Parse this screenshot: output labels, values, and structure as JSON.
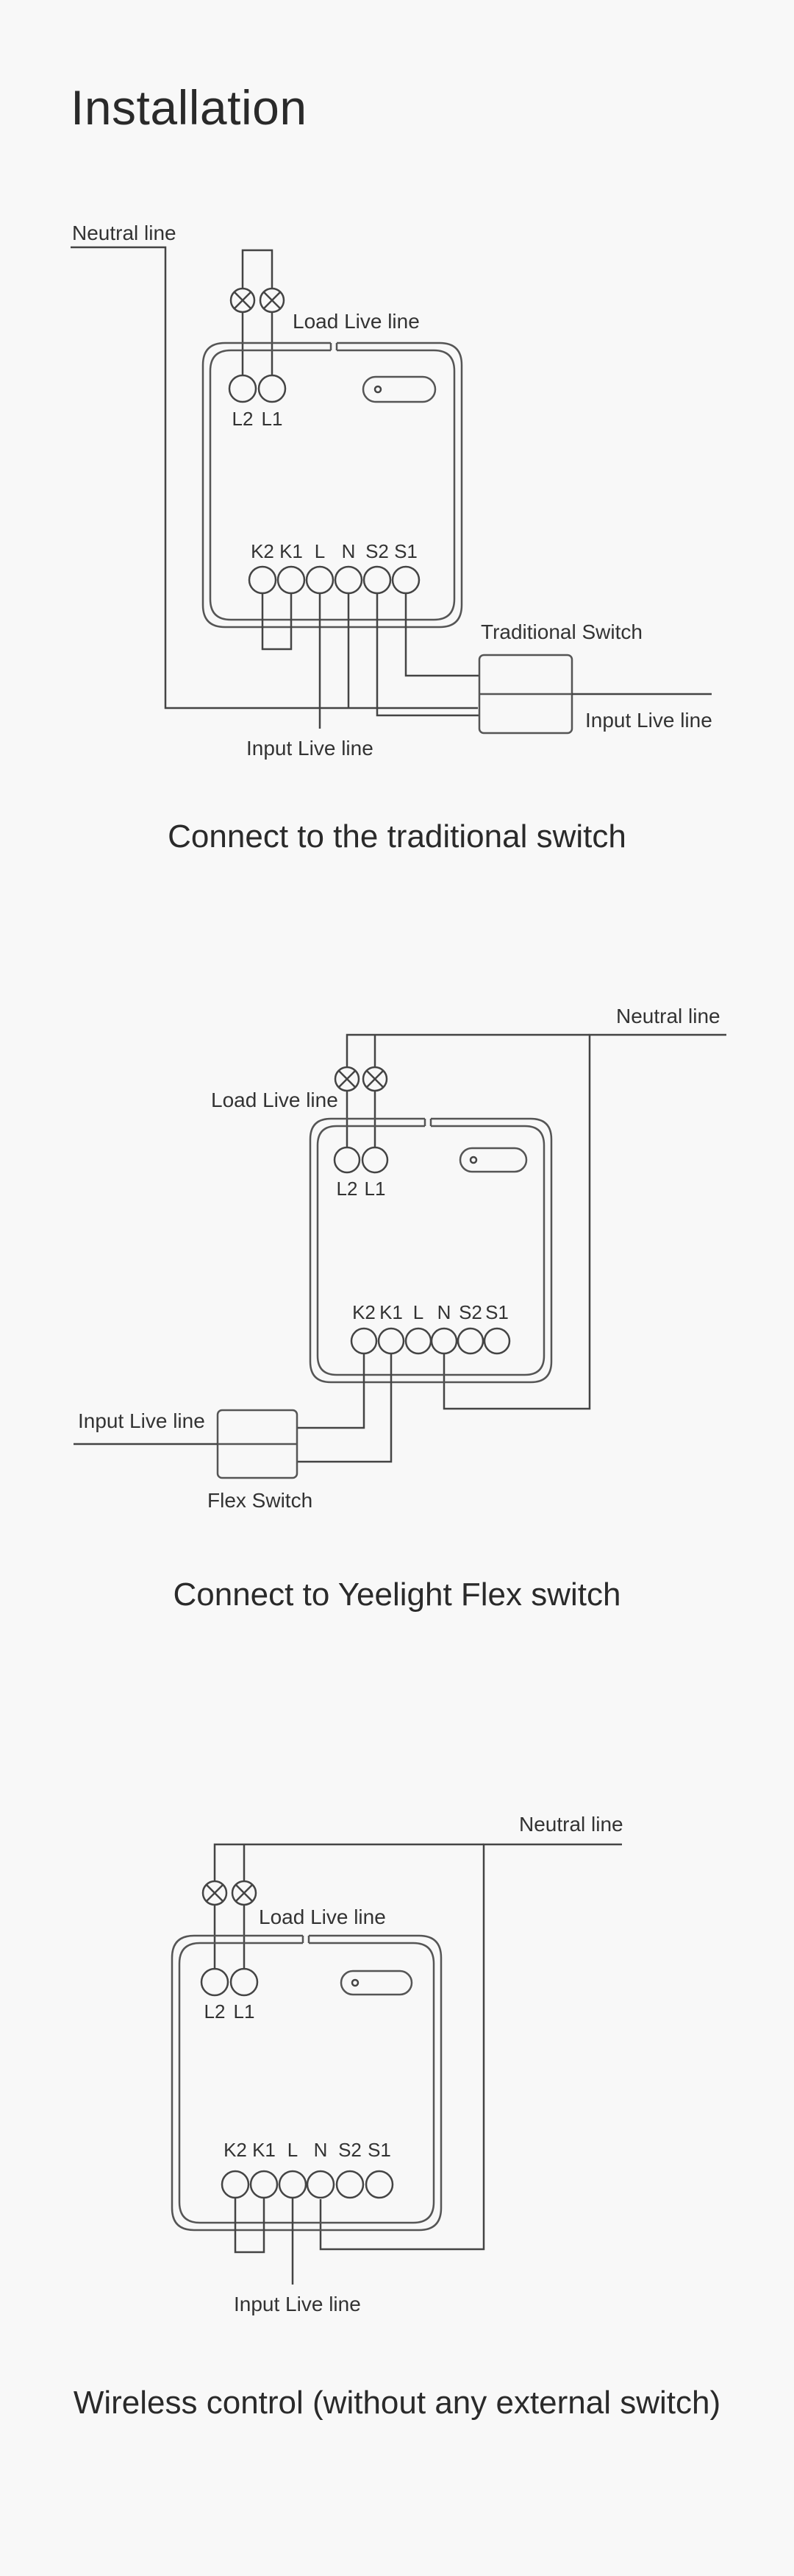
{
  "page": {
    "title": "Installation"
  },
  "sections": [
    {
      "caption": "Connect to the traditional switch",
      "labels": {
        "neutral": "Neutral line",
        "load_live": "Load Live line",
        "input_live": "Input Live line",
        "switch": "Traditional Switch",
        "input_live_right": "Input Live line"
      },
      "terminals_top": [
        "L2",
        "L1"
      ],
      "terminals_bottom": [
        "K2",
        "K1",
        "L",
        "N",
        "S2",
        "S1"
      ]
    },
    {
      "caption": "Connect to Yeelight Flex switch",
      "labels": {
        "neutral": "Neutral line",
        "load_live": "Load Live line",
        "input_live": "Input Live line",
        "switch": "Flex Switch"
      },
      "terminals_top": [
        "L2",
        "L1"
      ],
      "terminals_bottom": [
        "K2",
        "K1",
        "L",
        "N",
        "S2",
        "S1"
      ]
    },
    {
      "caption": "Wireless control (without any external switch)",
      "labels": {
        "neutral": "Neutral line",
        "load_live": "Load Live line",
        "input_live": "Input Live line"
      },
      "terminals_top": [
        "L2",
        "L1"
      ],
      "terminals_bottom": [
        "K2",
        "K1",
        "L",
        "N",
        "S2",
        "S1"
      ]
    }
  ]
}
